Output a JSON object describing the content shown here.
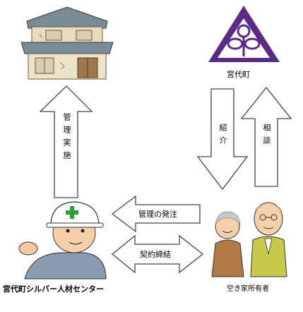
{
  "nodes": {
    "town_name": "宮代町",
    "silver_center_name": "宮代町シルバー人材センター",
    "owners_name": "空き家所有者"
  },
  "arrows": {
    "management": "管理実施",
    "introduction": "紹介",
    "consultation": "相談",
    "order_management": "管理の発注",
    "contract": "契約締結"
  }
}
